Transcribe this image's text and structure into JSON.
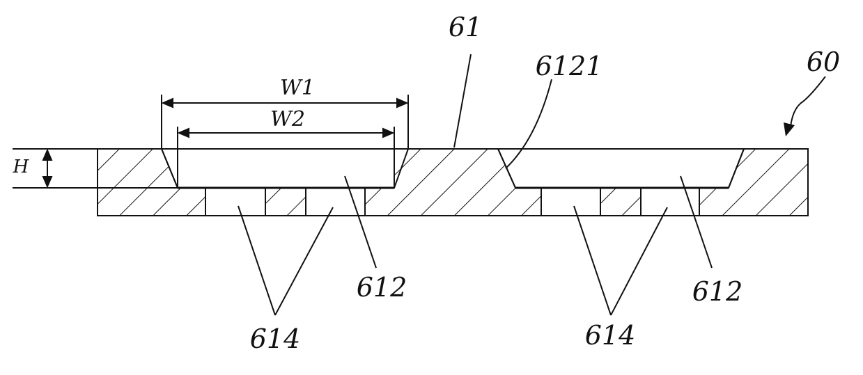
{
  "labels": {
    "device": "60",
    "surface": "61",
    "bevel": "6121",
    "recess_left": "612",
    "recess_right": "612",
    "holes_left": "614",
    "holes_right": "614",
    "width_outer": "W1",
    "width_inner": "W2",
    "height": "H"
  },
  "colors": {
    "line": "#111111",
    "background": "#ffffff"
  }
}
